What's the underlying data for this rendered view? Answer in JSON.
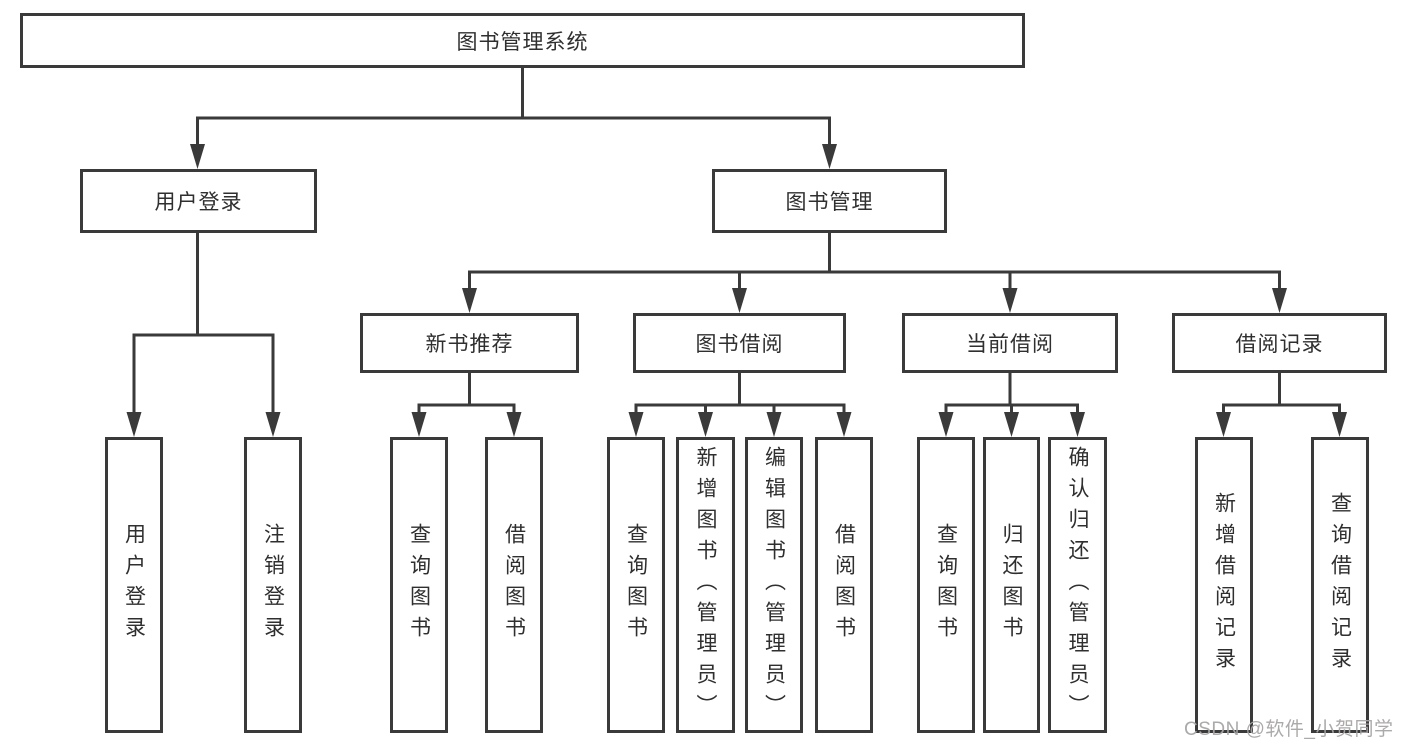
{
  "diagram": {
    "type": "tree",
    "colors": {
      "line": "#3a3a3a",
      "box_border": "#3a3a3a",
      "text": "#2f2f2f",
      "background": "#ffffff",
      "watermark": "#a8a4a4"
    },
    "tree": {
      "label": "图书管理系统",
      "children": [
        {
          "label": "用户登录",
          "children": [
            {
              "label": "用户登录"
            },
            {
              "label": "注销登录"
            }
          ]
        },
        {
          "label": "图书管理",
          "children": [
            {
              "label": "新书推荐",
              "children": [
                {
                  "label": "查询图书"
                },
                {
                  "label": "借阅图书"
                }
              ]
            },
            {
              "label": "图书借阅",
              "children": [
                {
                  "label": "查询图书"
                },
                {
                  "label": "新增图书（管理员）"
                },
                {
                  "label": "编辑图书（管理员）"
                },
                {
                  "label": "借阅图书"
                }
              ]
            },
            {
              "label": "当前借阅",
              "children": [
                {
                  "label": "查询图书"
                },
                {
                  "label": "归还图书"
                },
                {
                  "label": "确认归还（管理员）"
                }
              ]
            },
            {
              "label": "借阅记录",
              "children": [
                {
                  "label": "新增借阅记录"
                },
                {
                  "label": "查询借阅记录"
                }
              ]
            }
          ]
        }
      ]
    },
    "watermark": {
      "text": "CSDN @软件_小贺同学"
    }
  }
}
